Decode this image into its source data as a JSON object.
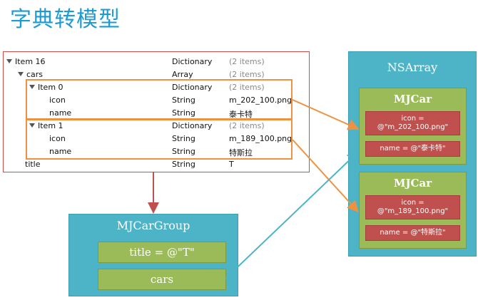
{
  "title": "字典转模型",
  "plist": {
    "rows": [
      {
        "key": "Item 16",
        "type": "Dictionary",
        "value": "(2 items)"
      },
      {
        "key": "cars",
        "type": "Array",
        "value": "(2 items)"
      },
      {
        "key": "Item 0",
        "type": "Dictionary",
        "value": "(2 items)"
      },
      {
        "key": "icon",
        "type": "String",
        "value": "m_202_100.png"
      },
      {
        "key": "name",
        "type": "String",
        "value": "泰卡特"
      },
      {
        "key": "Item 1",
        "type": "Dictionary",
        "value": "(2 items)"
      },
      {
        "key": "icon",
        "type": "String",
        "value": "m_189_100.png"
      },
      {
        "key": "name",
        "type": "String",
        "value": "特斯拉"
      },
      {
        "key": "title",
        "type": "String",
        "value": "T"
      }
    ]
  },
  "nsarray": {
    "title": "NSArray",
    "cars": [
      {
        "title": "MJCar",
        "icon": "icon =\n@\"m_202_100.png\"",
        "name": "name = @\"泰卡特\""
      },
      {
        "title": "MJCar",
        "icon": "icon =\n@\"m_189_100.png\"",
        "name": "name = @\"特斯拉\""
      }
    ]
  },
  "group": {
    "title": "MJCarGroup",
    "title_field": "title = @\"T\"",
    "cars_field": "cars"
  },
  "colors": {
    "title": "#1b9bd3",
    "teal": "#4db4c8",
    "green": "#9bbb59",
    "red": "#c0504d",
    "orange": "#f0913f",
    "plist_border": "#d74a4a"
  }
}
